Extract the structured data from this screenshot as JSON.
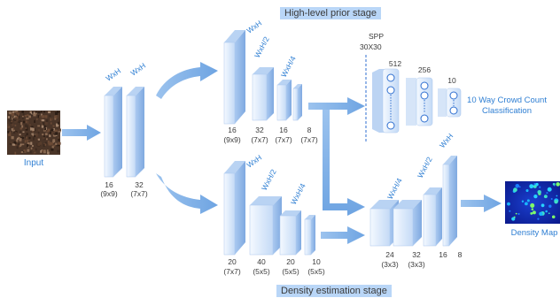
{
  "stages": {
    "top": "High-level prior stage",
    "bottom": "Density estimation stage"
  },
  "input": {
    "label": "Input",
    "conv1": {
      "dim": "WxH",
      "channels": "16",
      "kernel": "(9x9)"
    },
    "conv2": {
      "dim": "WxH",
      "channels": "32",
      "kernel": "(7x7)"
    }
  },
  "prior_branch": {
    "layers": [
      {
        "dim": "WxH",
        "channels": "16",
        "kernel": "(9x9)"
      },
      {
        "dim": "WxH/2",
        "channels": "32",
        "kernel": "(7x7)"
      },
      {
        "dim": "WxH/4",
        "channels": "16",
        "kernel": "(7x7)"
      },
      {
        "dim": "",
        "channels": "8",
        "kernel": "(7x7)"
      }
    ]
  },
  "spp": {
    "title": "SPP",
    "size": "30X30",
    "fc": [
      "512",
      "256",
      "10"
    ],
    "output_label": "10 Way Crowd Count Classification"
  },
  "density_branch": {
    "layers": [
      {
        "dim": "WxH",
        "channels": "20",
        "kernel": "(7x7)"
      },
      {
        "dim": "WxH/2",
        "channels": "40",
        "kernel": "(5x5)"
      },
      {
        "dim": "WxH/4",
        "channels": "20",
        "kernel": "(5x5)"
      },
      {
        "dim": "",
        "channels": "10",
        "kernel": "(5x5)"
      }
    ]
  },
  "fusion": {
    "layers": [
      {
        "dim": "WxH/4",
        "channels": "24",
        "kernel": "(3x3)"
      },
      {
        "dim": "WxH/2",
        "channels": "32",
        "kernel": "(3x3)"
      },
      {
        "dim": "",
        "channels": "16",
        "kernel": ""
      },
      {
        "dim": "WxH",
        "channels": "8",
        "kernel": ""
      }
    ]
  },
  "output": {
    "label": "Density Map"
  },
  "colors": {
    "box_light": "#eef5fe",
    "box_mid": "#c6dcf7",
    "box_dark": "#8fb6e8",
    "arrow": "#8fbbea",
    "label_blue": "#2f7fd3"
  }
}
